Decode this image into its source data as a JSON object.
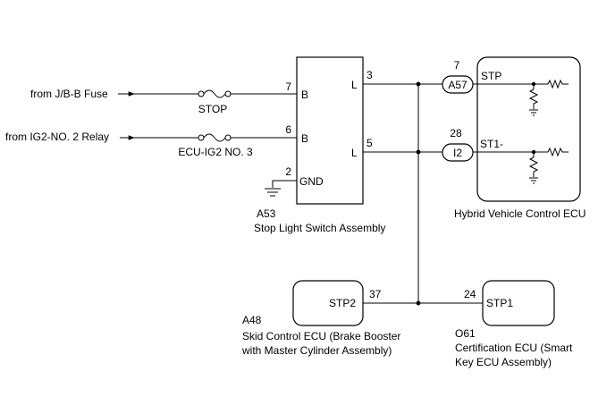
{
  "inputs": {
    "jb_fuse": "from J/B-B Fuse",
    "ig2_relay": "from IG2-NO. 2 Relay"
  },
  "fuses": {
    "stop": "STOP",
    "ecu_ig2": "ECU-IG2 NO. 3"
  },
  "stop_light_switch": {
    "connector": "A53",
    "name": "Stop Light Switch Assembly",
    "pin_7": "7",
    "pin_6": "6",
    "pin_2": "2",
    "pin_3": "3",
    "pin_5": "5",
    "label_b1": "B",
    "label_b2": "B",
    "label_gnd": "GND",
    "label_l1": "L",
    "label_l2": "L"
  },
  "hybrid_ecu": {
    "name": "Hybrid Vehicle Control ECU",
    "conn_1": "A57",
    "conn_1_pin": "7",
    "conn_2": "I2",
    "conn_2_pin": "28",
    "terminal_1": "STP",
    "terminal_2": "ST1-"
  },
  "skid_ecu": {
    "connector": "A48",
    "name_line1": "Skid Control ECU (Brake Booster",
    "name_line2": "with Master Cylinder Assembly)",
    "terminal": "STP2",
    "pin": "37"
  },
  "cert_ecu": {
    "connector": "O61",
    "name_line1": "Certification ECU (Smart",
    "name_line2": "Key ECU Assembly)",
    "terminal": "STP1",
    "pin": "24"
  }
}
